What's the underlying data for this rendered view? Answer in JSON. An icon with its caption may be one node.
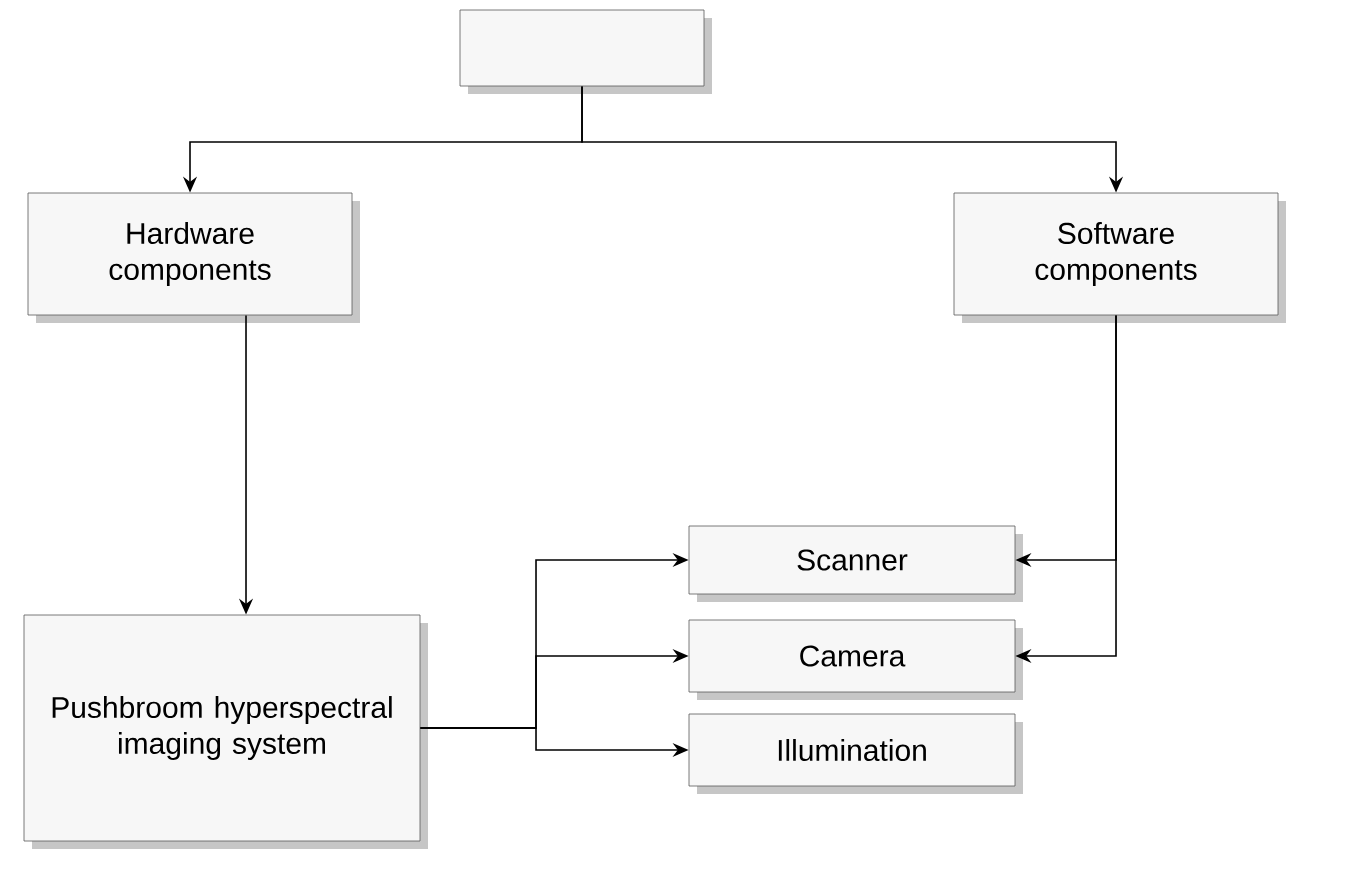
{
  "diagram": {
    "nodes": [
      {
        "text": [],
        "shape": "box"
      },
      {
        "text": [
          "Hardware components"
        ]
      },
      {
        "text": [
          "Software components"
        ]
      },
      {
        "text": [
          "Pushbroom hyperspectral imaging system"
        ]
      },
      {
        "text": [
          "Scanner"
        ]
      },
      {
        "text": [
          "Camera"
        ]
      },
      {
        "text": [
          "Illumination"
        ]
      }
    ],
    "edges": [
      {
        "from": 0,
        "to": 1,
        "arrow": "to"
      },
      {
        "from": 0,
        "to": 2,
        "arrow": "to"
      },
      {
        "from": 1,
        "to": 3,
        "arrow": "to"
      },
      {
        "from": 2,
        "to": 4,
        "arrow": "to"
      },
      {
        "from": 2,
        "to": 5,
        "arrow": "to"
      },
      {
        "from": 3,
        "to": 4,
        "arrow": "to"
      },
      {
        "from": 3,
        "to": 5,
        "arrow": "to"
      },
      {
        "from": 3,
        "to": 6,
        "arrow": "to"
      }
    ]
  }
}
